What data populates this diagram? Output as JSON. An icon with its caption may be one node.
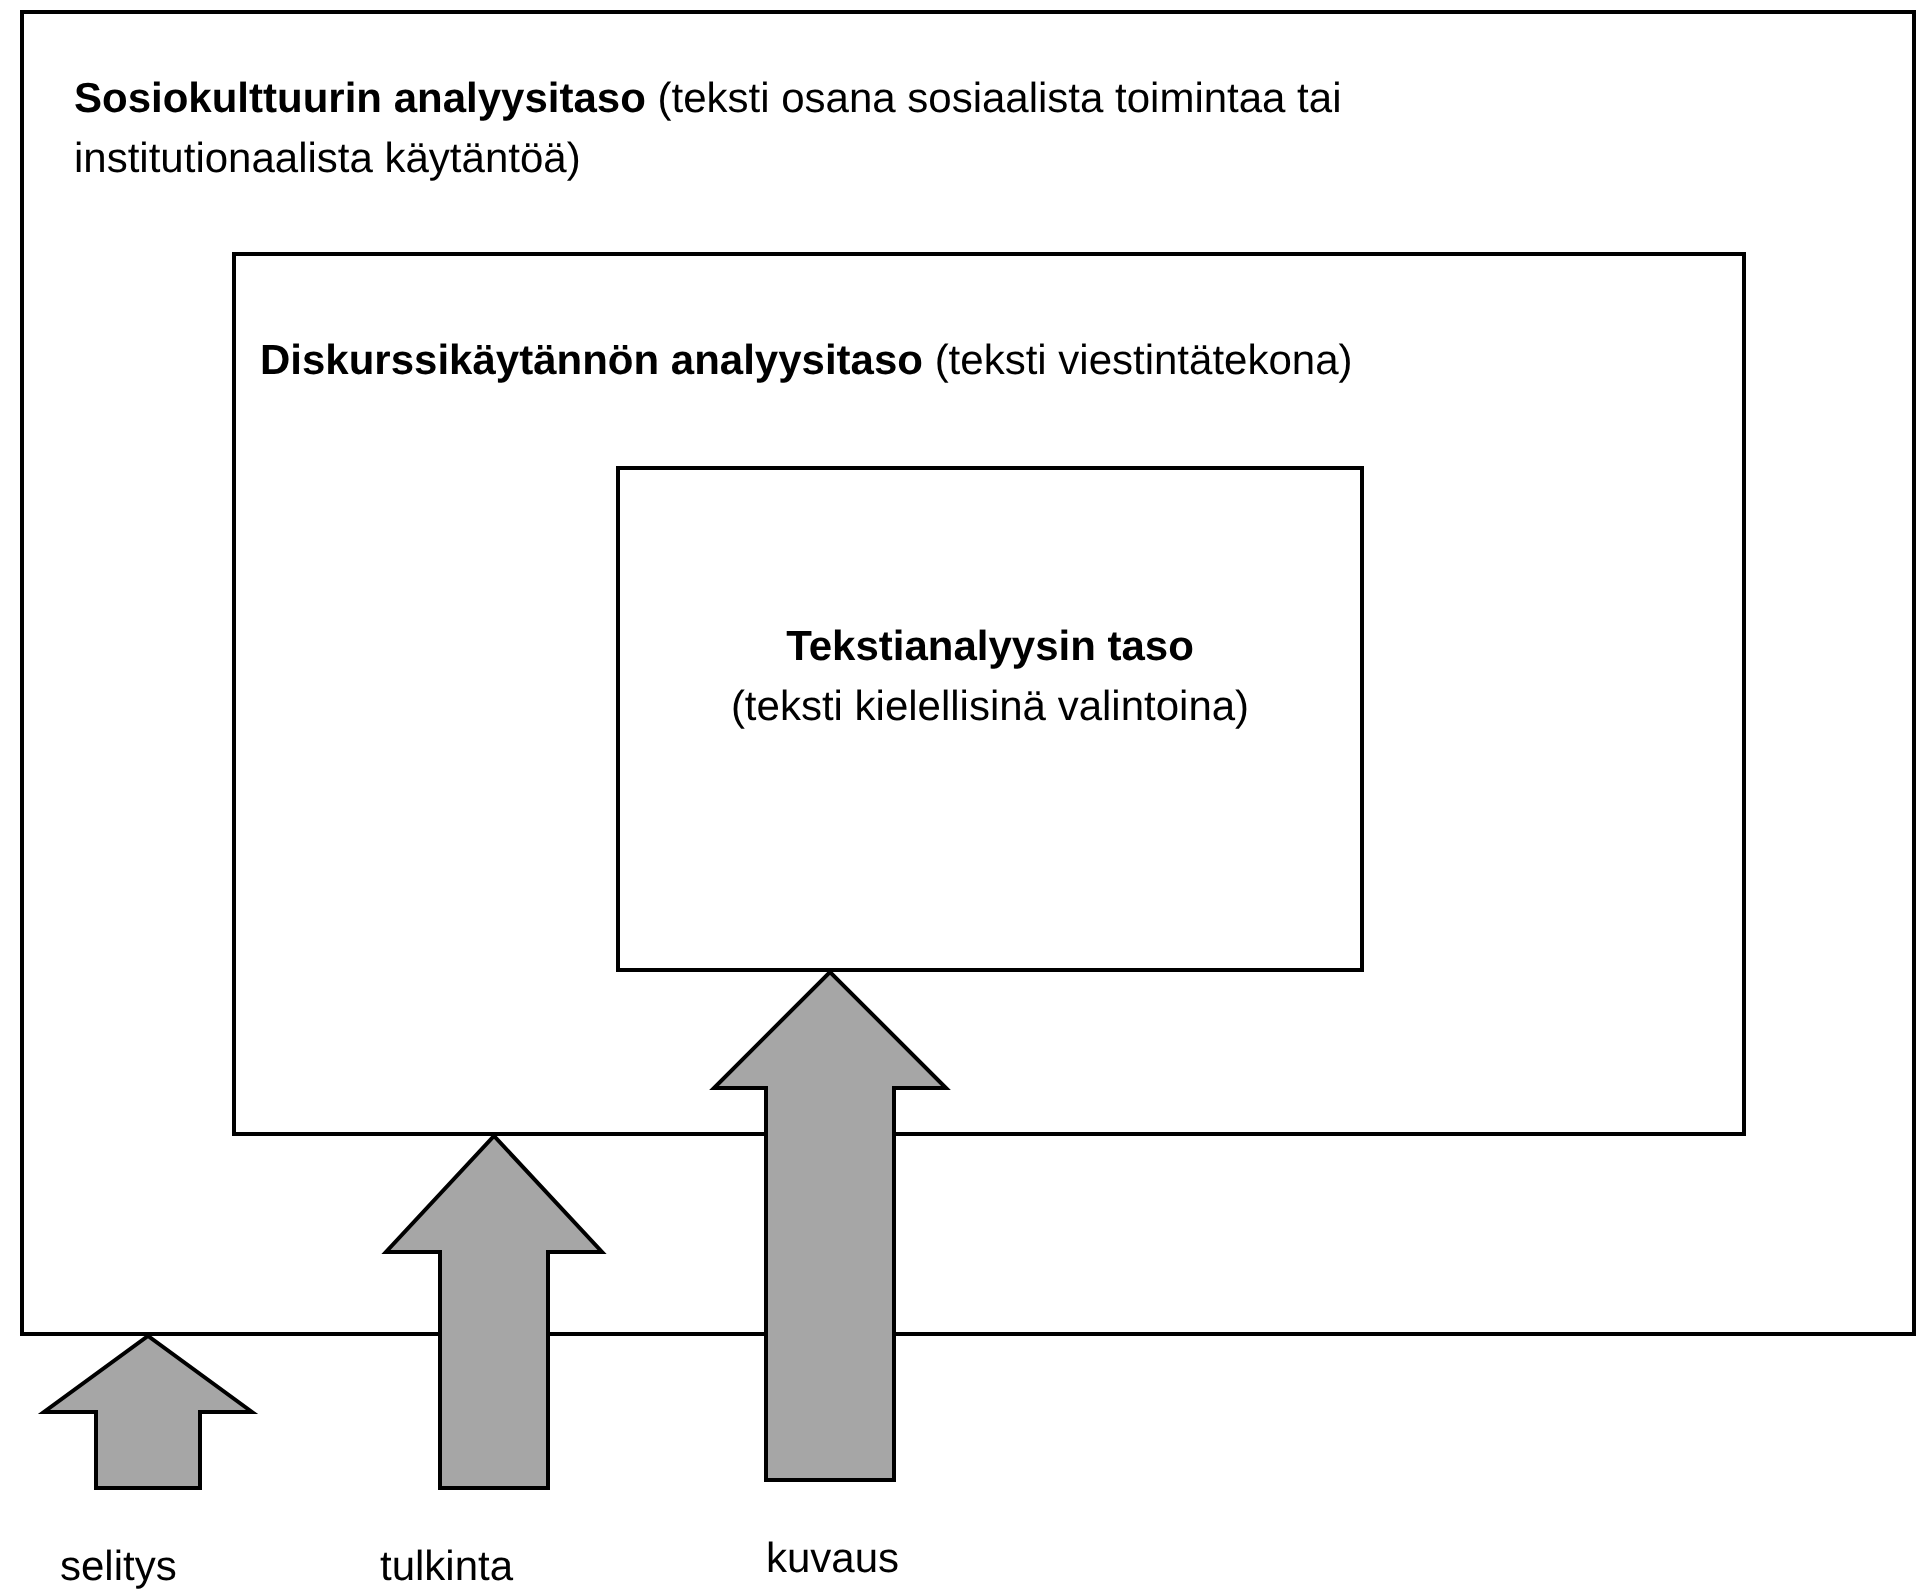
{
  "diagram": {
    "nodes": [
      {
        "text": [
          "**Sosiokulttuurin analyysitaso** (teksti osana sosiaalista toimintaa tai institutionaalista käytäntöä)"
        ]
      },
      {
        "text": [
          "**Diskurssikäytännön analyysitaso** (teksti viestintätekona)"
        ],
        "in": 0
      },
      {
        "text": [
          "Tekstianalyysin taso",
          "(teksti kielellisinä valintoina)"
        ],
        "in": 1
      },
      {
        "text": [
          "selitys"
        ]
      },
      {
        "text": [
          "tulkinta"
        ]
      },
      {
        "text": [
          "kuvaus"
        ]
      }
    ],
    "edges": [
      {
        "from": 3,
        "to": 0,
        "arrow": "to",
        "style": "thick"
      },
      {
        "from": 4,
        "to": 1,
        "arrow": "to",
        "style": "thick"
      },
      {
        "from": 5,
        "to": 2,
        "arrow": "to",
        "style": "thick"
      }
    ]
  }
}
